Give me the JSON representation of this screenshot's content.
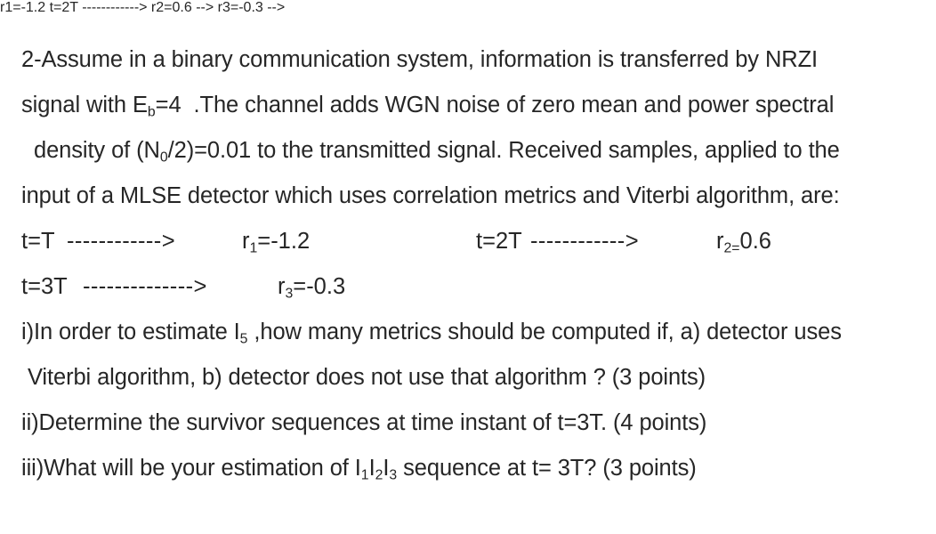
{
  "document": {
    "background_color": "#ffffff",
    "text_color": "#262626",
    "question_number": "2",
    "lines": {
      "l1": "2-Assume in a binary communication system, information is transferred by NRZI",
      "l2_a": "signal with E",
      "l2_sub": "b",
      "l2_b": "=4  .The channel adds WGN noise of zero mean and power spectral",
      "l3_a": " density of (N",
      "l3_sub": "0",
      "l3_b": "/2)=0.01 to the transmitted signal. Received samples, applied to the",
      "l4": "input of a MLSE detector which uses correlation metrics and Viterbi algorithm, are:"
    },
    "samples": [
      {
        "time_label": "t=T",
        "arrow": "------------>",
        "symbol": "r",
        "index": "1",
        "equals_subscripted": false,
        "value": "=-1.2",
        "time_label_2": "t=2T",
        "arrow_2": "------------>",
        "symbol_2": "r",
        "index_2": "2",
        "equals_subscripted_2": true,
        "value_2": "0.6"
      },
      {
        "time_label": "t=3T",
        "arrow": "-------------->",
        "symbol": "r",
        "index": "3",
        "equals_subscripted": false,
        "value": "=-0.3"
      }
    ],
    "questions": {
      "i_a": "i)In order to estimate I",
      "i_sub": "5",
      "i_b": " ,how many metrics should be computed if, a) detector uses",
      "i_cont": " Viterbi algorithm, b) detector does not use that algorithm ? (3 points)",
      "ii": "ii)Determine the survivor sequences at time instant of t=3T. (4 points)",
      "iii_a": "iii)What will be your estimation of I",
      "iii_sub1": "1",
      "iii_mid1": "I",
      "iii_sub2": "2",
      "iii_mid2": "I",
      "iii_sub3": "3",
      "iii_b": " sequence at t= 3T? (3 points)"
    }
  }
}
